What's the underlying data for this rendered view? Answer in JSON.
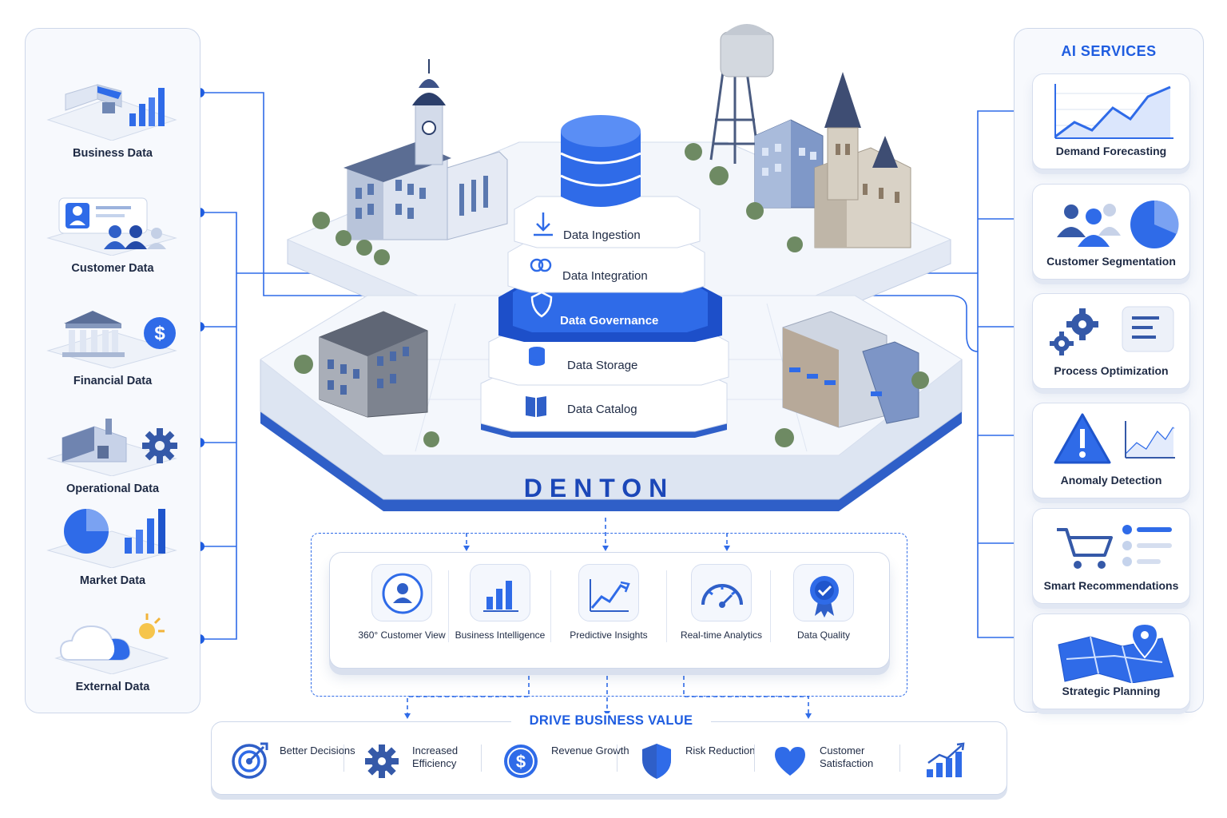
{
  "colors": {
    "accent": "#1f5de0",
    "dark_blue": "#1b47b8",
    "panel_bg": "#f7f9fd",
    "border": "#cdd7ea",
    "text": "#1e2a44"
  },
  "data_sources": [
    {
      "label": "Business Data",
      "icon": "storefront-icon"
    },
    {
      "label": "Customer Data",
      "icon": "customer-profile-icon"
    },
    {
      "label": "Financial Data",
      "icon": "bank-dollar-icon"
    },
    {
      "label": "Operational Data",
      "icon": "factory-gear-icon"
    },
    {
      "label": "Market Data",
      "icon": "pie-bar-chart-icon"
    },
    {
      "label": "External Data",
      "icon": "cloud-sun-icon"
    }
  ],
  "platform": {
    "brand": "DENTON",
    "layers": [
      {
        "label": "Data Ingestion",
        "icon": "download-icon"
      },
      {
        "label": "Data Integration",
        "icon": "link-icon"
      },
      {
        "label": "Data Governance",
        "icon": "shield-icon",
        "highlight": true
      },
      {
        "label": "Data Storage",
        "icon": "database-icon"
      },
      {
        "label": "Data Catalog",
        "icon": "book-icon"
      }
    ]
  },
  "ai_services": {
    "title": "AI SERVICES",
    "items": [
      {
        "label": "Demand Forecasting",
        "icon": "trend-chart-icon"
      },
      {
        "label": "Customer Segmentation",
        "icon": "people-pie-icon"
      },
      {
        "label": "Process Optimization",
        "icon": "gears-list-icon"
      },
      {
        "label": "Anomaly Detection",
        "icon": "warning-chart-icon"
      },
      {
        "label": "Smart Recommendations",
        "icon": "cart-list-icon"
      },
      {
        "label": "Strategic Planning",
        "icon": "map-pin-icon"
      }
    ]
  },
  "outcomes": [
    {
      "label": "360° Customer View",
      "icon": "user-circle-icon"
    },
    {
      "label": "Business Intelligence",
      "icon": "bar-chart-icon"
    },
    {
      "label": "Predictive Insights",
      "icon": "line-chart-icon"
    },
    {
      "label": "Real-time Analytics",
      "icon": "speedometer-icon"
    },
    {
      "label": "Data Quality",
      "icon": "badge-check-icon"
    }
  ],
  "business_value": {
    "title": "DRIVE BUSINESS VALUE",
    "items": [
      {
        "label": "Better Decisions",
        "icon": "target-icon"
      },
      {
        "label": "Increased Efficiency",
        "icon": "gear-icon"
      },
      {
        "label": "Revenue Growth",
        "icon": "dollar-coin-icon"
      },
      {
        "label": "Risk Reduction",
        "icon": "shield-icon"
      },
      {
        "label": "Customer Satisfaction",
        "icon": "heart-icon"
      },
      {
        "label": "",
        "icon": "growth-chart-icon"
      }
    ]
  }
}
